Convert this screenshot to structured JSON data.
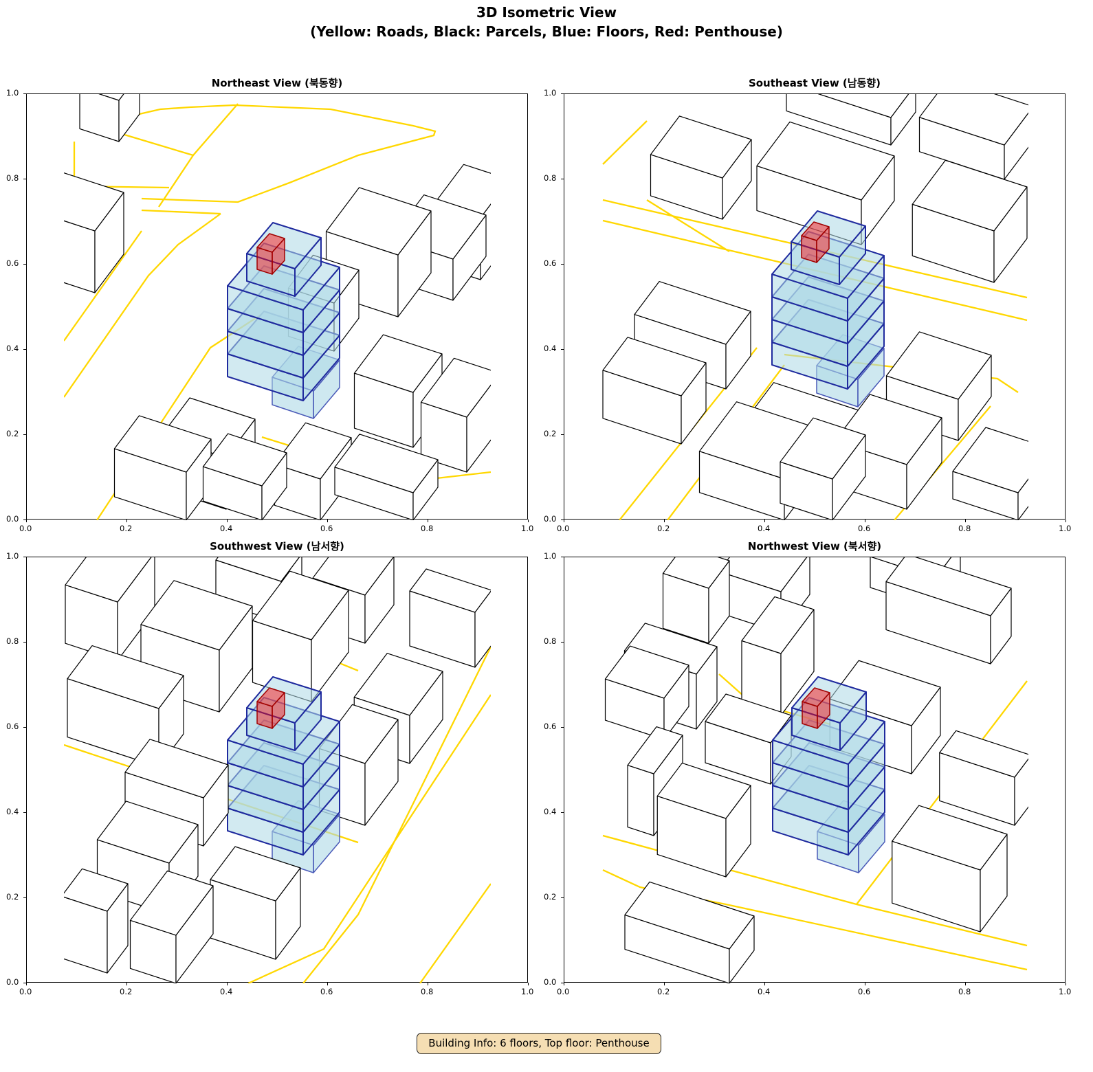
{
  "figure": {
    "title_line1": "3D Isometric View",
    "title_line2": "(Yellow: Roads, Black: Parcels, Blue: Floors, Red: Penthouse)",
    "info_box": "Building Info: 6 floors, Top floor: Penthouse"
  },
  "colors": {
    "road": "#FFD700",
    "parcel": "#000000",
    "floor_fill": "#add8e6",
    "floor_edge": "#1f2a9e",
    "penthouse_fill": "#ff0000",
    "info_bg": "#f5deb3"
  },
  "chart_data": [
    {
      "type": "3d-isometric",
      "title": "Northeast View (북동향)",
      "xlim": [
        0,
        1
      ],
      "ylim": [
        0,
        1
      ],
      "xticks": [
        "0.0",
        "0.2",
        "0.4",
        "0.6",
        "0.8",
        "1.0"
      ],
      "yticks": [
        "0.0",
        "0.2",
        "0.4",
        "0.6",
        "0.8",
        "1.0"
      ],
      "floors": 6,
      "top_floor": "Penthouse"
    },
    {
      "type": "3d-isometric",
      "title": "Southeast View (남동향)",
      "xlim": [
        0,
        1
      ],
      "ylim": [
        0,
        1
      ],
      "xticks": [
        "0.0",
        "0.2",
        "0.4",
        "0.6",
        "0.8",
        "1.0"
      ],
      "yticks": [
        "0.0",
        "0.2",
        "0.4",
        "0.6",
        "0.8",
        "1.0"
      ],
      "floors": 6,
      "top_floor": "Penthouse"
    },
    {
      "type": "3d-isometric",
      "title": "Southwest View (남서향)",
      "xlim": [
        0,
        1
      ],
      "ylim": [
        0,
        1
      ],
      "xticks": [
        "0.0",
        "0.2",
        "0.4",
        "0.6",
        "0.8",
        "1.0"
      ],
      "yticks": [
        "0.0",
        "0.2",
        "0.4",
        "0.6",
        "0.8",
        "1.0"
      ],
      "floors": 6,
      "top_floor": "Penthouse"
    },
    {
      "type": "3d-isometric",
      "title": "Northwest View (북서향)",
      "xlim": [
        0,
        1
      ],
      "ylim": [
        0,
        1
      ],
      "xticks": [
        "0.0",
        "0.2",
        "0.4",
        "0.6",
        "0.8",
        "1.0"
      ],
      "yticks": [
        "0.0",
        "0.2",
        "0.4",
        "0.6",
        "0.8",
        "1.0"
      ],
      "floors": 6,
      "top_floor": "Penthouse"
    }
  ]
}
